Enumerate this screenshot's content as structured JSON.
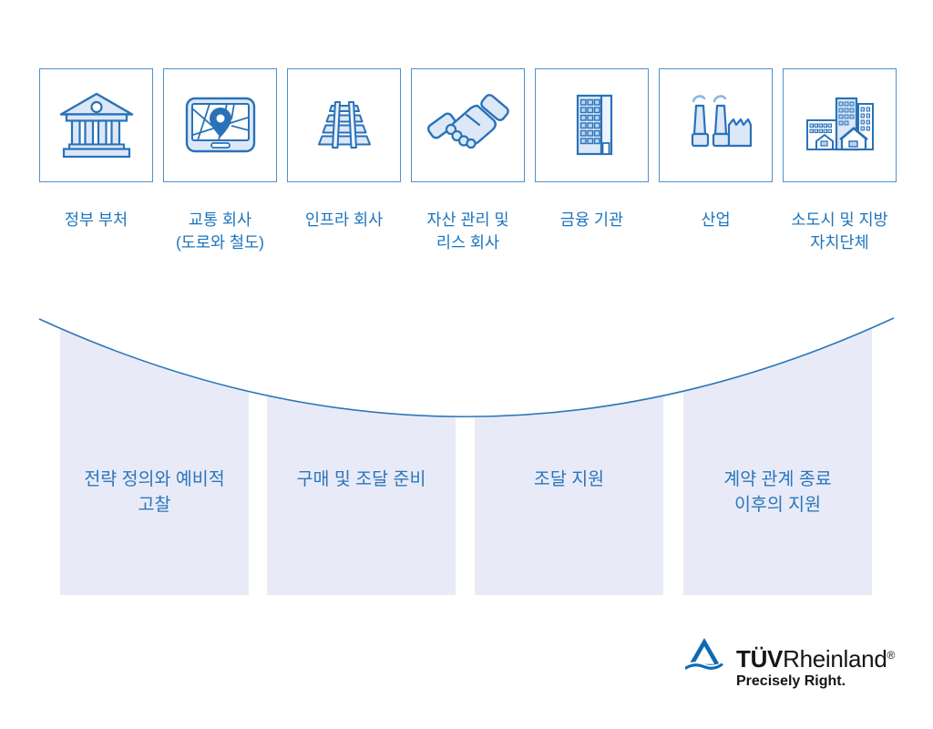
{
  "customers": [
    {
      "label": "정부 부처",
      "icon": "government-building-icon"
    },
    {
      "label": "교통 회사\n(도로와 철도)",
      "icon": "map-location-icon"
    },
    {
      "label": "인프라 회사",
      "icon": "railway-tracks-icon"
    },
    {
      "label": "자산 관리 및\n리스 회사",
      "icon": "handshake-icon"
    },
    {
      "label": "금융 기관",
      "icon": "office-building-icon"
    },
    {
      "label": "산업",
      "icon": "factory-icon"
    },
    {
      "label": "소도시 및 지방\n자치단체",
      "icon": "city-buildings-icon"
    }
  ],
  "phases": [
    {
      "label": "전략 정의와 예비적\n고찰"
    },
    {
      "label": "구매 및 조달 준비"
    },
    {
      "label": "조달 지원"
    },
    {
      "label": "계약 관계 종료\n이후의 지원"
    }
  ],
  "logo": {
    "brand_bold": "TÜV",
    "brand_regular": "Rheinland",
    "registered": "®",
    "tagline": "Precisely Right."
  },
  "colors": {
    "accent_blue": "#2a72b8",
    "card_border": "#4d92cd",
    "icon_fill": "#dce8f8",
    "label_blue": "#1b74bd",
    "phase_box_fill": "#e8ebf7",
    "phase_text_blue": "#2d76bd",
    "curve_blue": "#2e76b9",
    "logo_blue": "#0e69b1"
  }
}
